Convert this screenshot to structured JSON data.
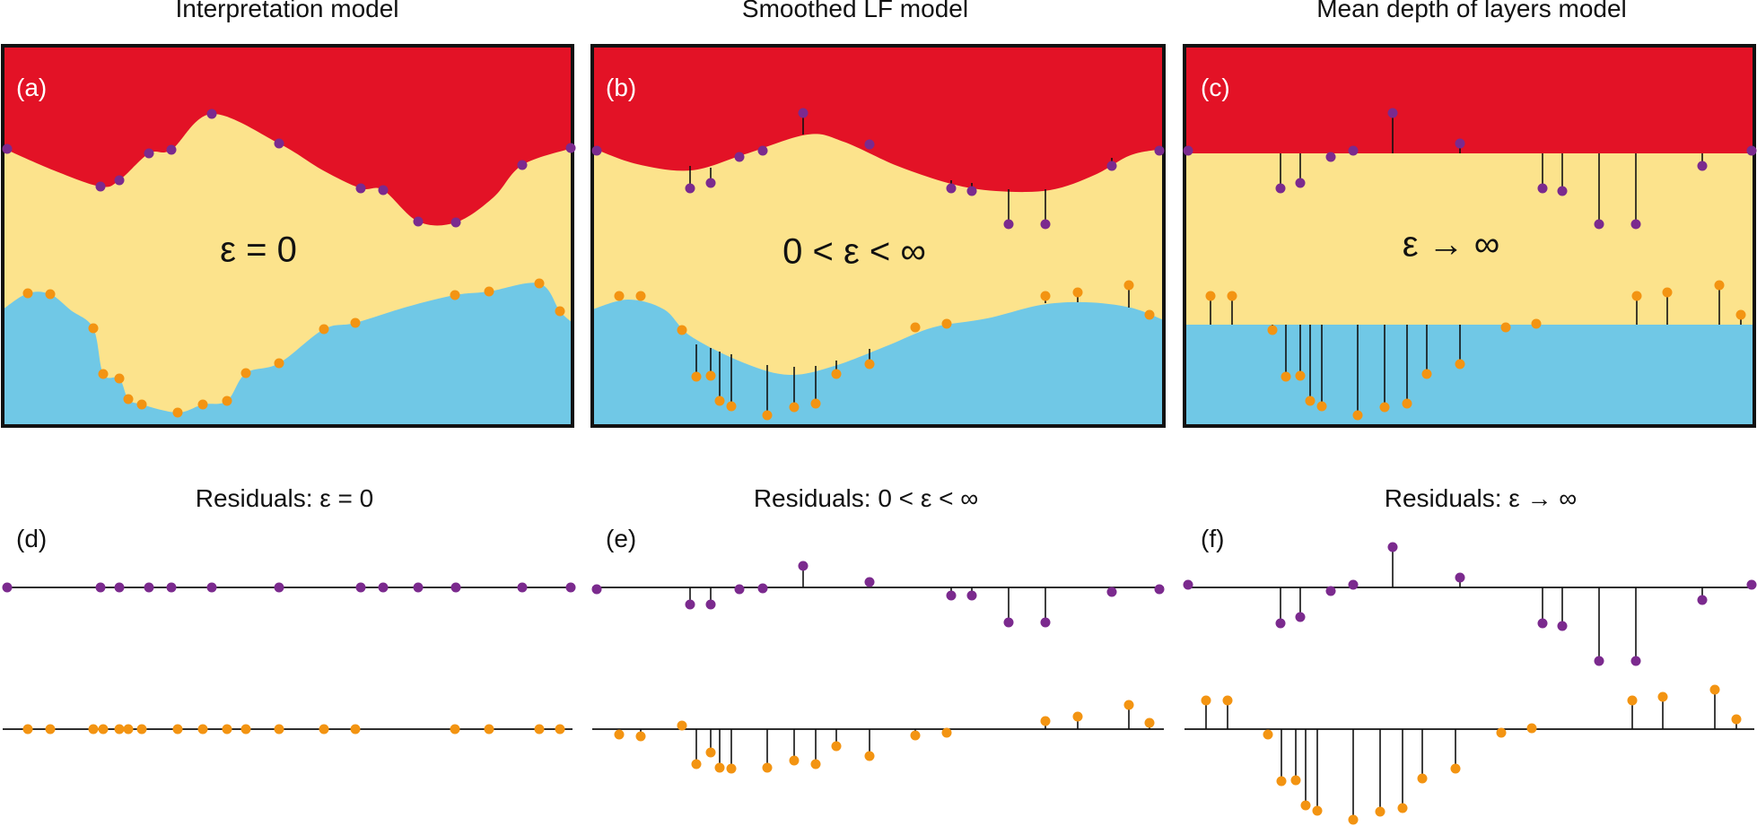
{
  "titles": {
    "a": "Interpretation model",
    "b": "Smoothed LF model",
    "c": "Mean depth of layers model",
    "d": "Residuals: ε = 0",
    "e": "Residuals: 0 < ε < ∞",
    "f": "Residuals: ε → ∞"
  },
  "panel_labels": {
    "a": "(a)",
    "b": "(b)",
    "c": "(c)",
    "d": "(d)",
    "e": "(e)",
    "f": "(f)"
  },
  "epsilon_labels": {
    "a": "ε = 0",
    "b": "0 < ε < ∞",
    "c": "ε → ∞"
  },
  "colors": {
    "top_layer": "#e31226",
    "middle_layer": "#fce38c",
    "bottom_layer": "#70c8e6",
    "upper_points": "#7b2a8e",
    "lower_points": "#f39412",
    "frame": "#111111"
  },
  "icons": {
    "arrow": "right-arrow"
  }
}
